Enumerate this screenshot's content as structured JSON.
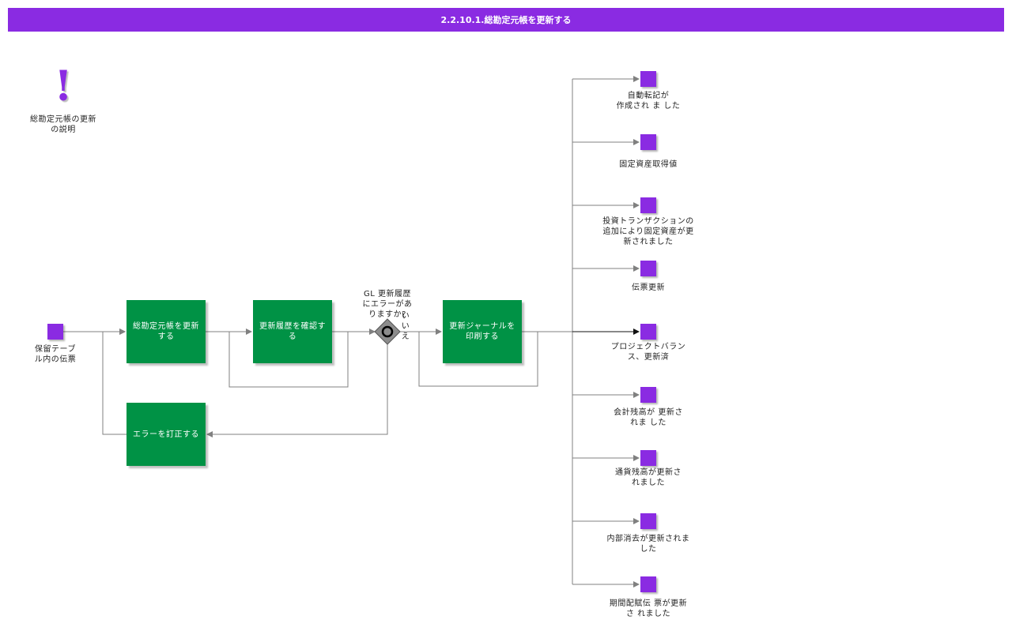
{
  "header": {
    "title": "2.2.10.1.総勘定元帳を更新する"
  },
  "colors": {
    "purple": "#8a2be2",
    "green": "#009245",
    "line": "#808080",
    "gateway": "#8c8c8c"
  },
  "note": {
    "icon": "exclamation-icon",
    "symbol": "!",
    "label": "総勘定元帳の更新\nの説明"
  },
  "start": {
    "label": "保留テーブ\nル内の伝票"
  },
  "tasks": {
    "update_gl": "総勘定元帳を更新\nする",
    "check_history": "更新履歴を確認す\nる",
    "print_journal": "更新ジャーナルを\n印刷する",
    "fix_errors": "エラーを訂正する"
  },
  "gateway": {
    "question": "GL 更新履歴\nにエラーがあ\nりますか?",
    "no_label": "い\nい\nえ"
  },
  "outputs": [
    "自動転記が\n作成され ま した",
    "固定資産取得値",
    "投資トランザクションの\n追加により固定資産が更\n新されました",
    "伝票更新",
    "プロジェクトバラン\nス、更新済",
    "会計残高が 更新さ\nれま した",
    "通貨残高が更新さ\nれました",
    "内部消去が更新されま\nした",
    "期間配賦伝 票が更新\nさ れました"
  ]
}
